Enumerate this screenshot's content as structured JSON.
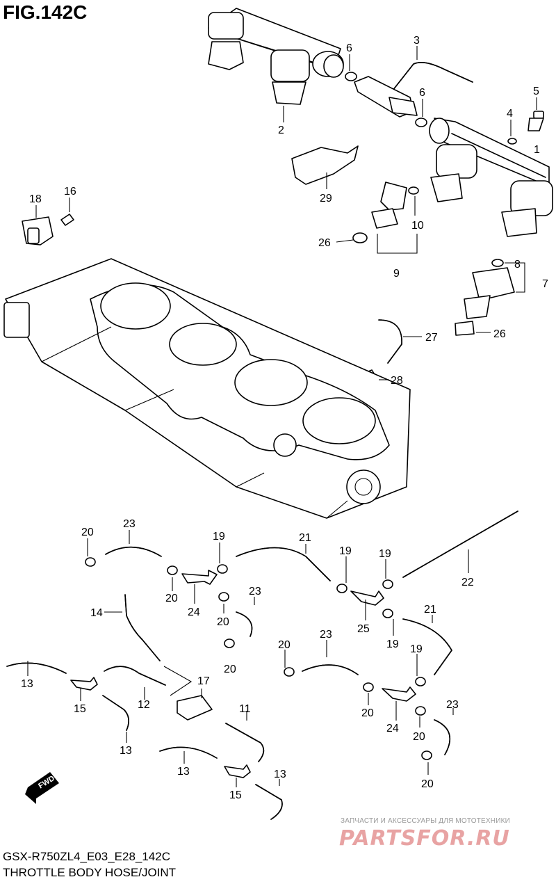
{
  "figure": {
    "title": "FIG.142C",
    "model_code": "GSX-R750ZL4_E03_E28_142C",
    "caption": "THROTTLE BODY HOSE/JOINT"
  },
  "watermark": {
    "subtitle": "ЗАПЧАСТИ И АКСЕССУАРЫ ДЛЯ МОТОТЕХНИКИ",
    "logo_text": "PARTSFOR.RU"
  },
  "fwd_badge": "FWD",
  "callouts": [
    {
      "id": "c3",
      "label": "3"
    },
    {
      "id": "c6a",
      "label": "6"
    },
    {
      "id": "c6b",
      "label": "6"
    },
    {
      "id": "c5",
      "label": "5"
    },
    {
      "id": "c4",
      "label": "4"
    },
    {
      "id": "c1",
      "label": "1"
    },
    {
      "id": "c2",
      "label": "2"
    },
    {
      "id": "c29",
      "label": "29"
    },
    {
      "id": "c10",
      "label": "10"
    },
    {
      "id": "c26a",
      "label": "26"
    },
    {
      "id": "c9",
      "label": "9"
    },
    {
      "id": "c8",
      "label": "8"
    },
    {
      "id": "c7",
      "label": "7"
    },
    {
      "id": "c26b",
      "label": "26"
    },
    {
      "id": "c18",
      "label": "18"
    },
    {
      "id": "c16",
      "label": "16"
    },
    {
      "id": "c27",
      "label": "27"
    },
    {
      "id": "c28",
      "label": "28"
    },
    {
      "id": "c20a",
      "label": "20"
    },
    {
      "id": "c23a",
      "label": "23"
    },
    {
      "id": "c19a",
      "label": "19"
    },
    {
      "id": "c21a",
      "label": "21"
    },
    {
      "id": "c19b",
      "label": "19"
    },
    {
      "id": "c19c",
      "label": "19"
    },
    {
      "id": "c22",
      "label": "22"
    },
    {
      "id": "c20b",
      "label": "20"
    },
    {
      "id": "c24a",
      "label": "24"
    },
    {
      "id": "c20c",
      "label": "20"
    },
    {
      "id": "c23b",
      "label": "23"
    },
    {
      "id": "c25",
      "label": "25"
    },
    {
      "id": "c21b",
      "label": "21"
    },
    {
      "id": "c14",
      "label": "14"
    },
    {
      "id": "c20d",
      "label": "20"
    },
    {
      "id": "c19d",
      "label": "19"
    },
    {
      "id": "c23c",
      "label": "23"
    },
    {
      "id": "c20e",
      "label": "20"
    },
    {
      "id": "c19e",
      "label": "19"
    },
    {
      "id": "c13a",
      "label": "13"
    },
    {
      "id": "c15a",
      "label": "15"
    },
    {
      "id": "c12",
      "label": "12"
    },
    {
      "id": "c17",
      "label": "17"
    },
    {
      "id": "c20f",
      "label": "20"
    },
    {
      "id": "c24b",
      "label": "24"
    },
    {
      "id": "c23d",
      "label": "23"
    },
    {
      "id": "c13b",
      "label": "13"
    },
    {
      "id": "c11",
      "label": "11"
    },
    {
      "id": "c20g",
      "label": "20"
    },
    {
      "id": "c13c",
      "label": "13"
    },
    {
      "id": "c15b",
      "label": "15"
    },
    {
      "id": "c13d",
      "label": "13"
    },
    {
      "id": "c20h",
      "label": "20"
    }
  ]
}
